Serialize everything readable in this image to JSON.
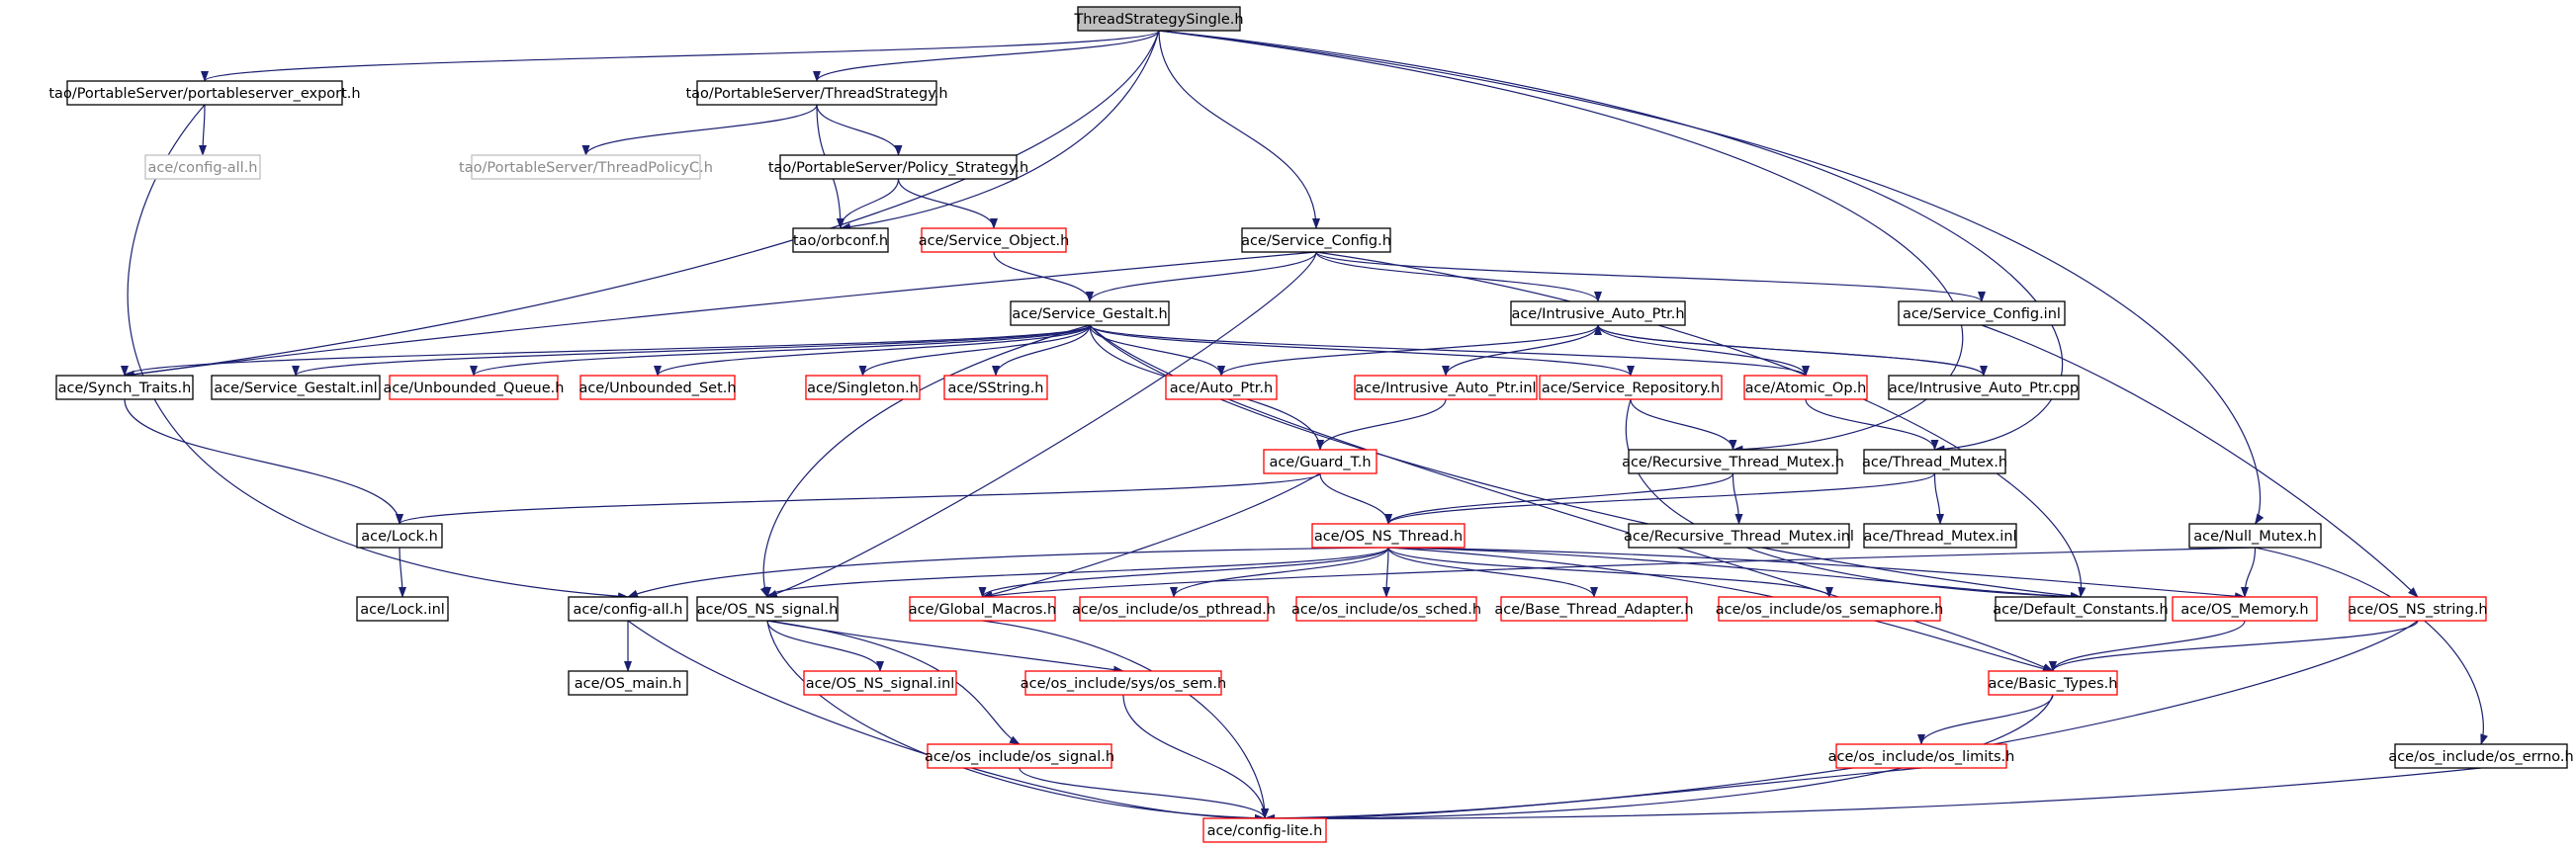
{
  "diagram": {
    "type": "include-dependency-graph",
    "colors": {
      "edge": "#1b1f70",
      "text": "#000000",
      "box_default": "#000000",
      "box_red": "#ff0000",
      "box_gray": "#c0c0c0",
      "root_fill": "#bfbfbf"
    },
    "nodes": [
      {
        "id": "root",
        "label": "ThreadStrategySingle.h",
        "style": "root"
      },
      {
        "id": "pse",
        "label": "tao/PortableServer/portableserver_export.h",
        "style": "black"
      },
      {
        "id": "ts",
        "label": "tao/PortableServer/ThreadStrategy.h",
        "style": "black"
      },
      {
        "id": "cfgall1",
        "label": "ace/config-all.h",
        "style": "gray"
      },
      {
        "id": "tpc",
        "label": "tao/PortableServer/ThreadPolicyC.h",
        "style": "gray"
      },
      {
        "id": "ps",
        "label": "tao/PortableServer/Policy_Strategy.h",
        "style": "black"
      },
      {
        "id": "orbconf",
        "label": "tao/orbconf.h",
        "style": "black"
      },
      {
        "id": "svcobj",
        "label": "ace/Service_Object.h",
        "style": "red"
      },
      {
        "id": "svccfg",
        "label": "ace/Service_Config.h",
        "style": "black"
      },
      {
        "id": "svcgestalt",
        "label": "ace/Service_Gestalt.h",
        "style": "black"
      },
      {
        "id": "iap",
        "label": "ace/Intrusive_Auto_Ptr.h",
        "style": "black"
      },
      {
        "id": "svccfginl",
        "label": "ace/Service_Config.inl",
        "style": "black"
      },
      {
        "id": "synch",
        "label": "ace/Synch_Traits.h",
        "style": "black"
      },
      {
        "id": "sginl",
        "label": "ace/Service_Gestalt.inl",
        "style": "black"
      },
      {
        "id": "ubq",
        "label": "ace/Unbounded_Queue.h",
        "style": "red"
      },
      {
        "id": "ubs",
        "label": "ace/Unbounded_Set.h",
        "style": "red"
      },
      {
        "id": "singleton",
        "label": "ace/Singleton.h",
        "style": "red"
      },
      {
        "id": "sstring",
        "label": "ace/SString.h",
        "style": "red"
      },
      {
        "id": "autoptr",
        "label": "ace/Auto_Ptr.h",
        "style": "red"
      },
      {
        "id": "iapinl",
        "label": "ace/Intrusive_Auto_Ptr.inl",
        "style": "red"
      },
      {
        "id": "svcrepo",
        "label": "ace/Service_Repository.h",
        "style": "red"
      },
      {
        "id": "atomic",
        "label": "ace/Atomic_Op.h",
        "style": "red"
      },
      {
        "id": "iapcpp",
        "label": "ace/Intrusive_Auto_Ptr.cpp",
        "style": "black"
      },
      {
        "id": "rtm",
        "label": "ace/Recursive_Thread_Mutex.h",
        "style": "black"
      },
      {
        "id": "tm",
        "label": "ace/Thread_Mutex.h",
        "style": "black"
      },
      {
        "id": "guard",
        "label": "ace/Guard_T.h",
        "style": "red"
      },
      {
        "id": "lock",
        "label": "ace/Lock.h",
        "style": "black"
      },
      {
        "id": "osthread",
        "label": "ace/OS_NS_Thread.h",
        "style": "red"
      },
      {
        "id": "rtminl",
        "label": "ace/Recursive_Thread_Mutex.inl",
        "style": "black"
      },
      {
        "id": "tminl",
        "label": "ace/Thread_Mutex.inl",
        "style": "black"
      },
      {
        "id": "nullmutex",
        "label": "ace/Null_Mutex.h",
        "style": "black"
      },
      {
        "id": "lockinl",
        "label": "ace/Lock.inl",
        "style": "black"
      },
      {
        "id": "cfgall2",
        "label": "ace/config-all.h",
        "style": "black"
      },
      {
        "id": "ossignal",
        "label": "ace/OS_NS_signal.h",
        "style": "black"
      },
      {
        "id": "globmac",
        "label": "ace/Global_Macros.h",
        "style": "red"
      },
      {
        "id": "pthread",
        "label": "ace/os_include/os_pthread.h",
        "style": "red"
      },
      {
        "id": "sched",
        "label": "ace/os_include/os_sched.h",
        "style": "red"
      },
      {
        "id": "bta",
        "label": "ace/Base_Thread_Adapter.h",
        "style": "red"
      },
      {
        "id": "sema",
        "label": "ace/os_include/os_semaphore.h",
        "style": "red"
      },
      {
        "id": "defconst",
        "label": "ace/Default_Constants.h",
        "style": "black"
      },
      {
        "id": "osmem",
        "label": "ace/OS_Memory.h",
        "style": "red"
      },
      {
        "id": "osstring",
        "label": "ace/OS_NS_string.h",
        "style": "red"
      },
      {
        "id": "osmain",
        "label": "ace/OS_main.h",
        "style": "black"
      },
      {
        "id": "ossiginl",
        "label": "ace/OS_NS_signal.inl",
        "style": "red"
      },
      {
        "id": "syssem",
        "label": "ace/os_include/sys/os_sem.h",
        "style": "red"
      },
      {
        "id": "basictypes",
        "label": "ace/Basic_Types.h",
        "style": "red"
      },
      {
        "id": "ossig",
        "label": "ace/os_include/os_signal.h",
        "style": "red"
      },
      {
        "id": "limits",
        "label": "ace/os_include/os_limits.h",
        "style": "red"
      },
      {
        "id": "errno",
        "label": "ace/os_include/os_errno.h",
        "style": "black"
      },
      {
        "id": "cfglite",
        "label": "ace/config-lite.h",
        "style": "red"
      }
    ],
    "edges": [
      [
        "root",
        "pse"
      ],
      [
        "root",
        "ts"
      ],
      [
        "root",
        "orbconf"
      ],
      [
        "root",
        "svccfg"
      ],
      [
        "root",
        "synch"
      ],
      [
        "root",
        "rtm"
      ],
      [
        "root",
        "tm"
      ],
      [
        "root",
        "nullmutex"
      ],
      [
        "pse",
        "cfgall1"
      ],
      [
        "pse",
        "cfgall2"
      ],
      [
        "ts",
        "tpc"
      ],
      [
        "ts",
        "ps"
      ],
      [
        "ts",
        "orbconf"
      ],
      [
        "ps",
        "orbconf"
      ],
      [
        "ps",
        "svcobj"
      ],
      [
        "svcobj",
        "svcgestalt"
      ],
      [
        "svccfg",
        "svcgestalt"
      ],
      [
        "svccfg",
        "iap"
      ],
      [
        "svccfg",
        "svccfginl"
      ],
      [
        "svccfg",
        "synch"
      ],
      [
        "svccfg",
        "ossignal"
      ],
      [
        "svccfg",
        "defconst"
      ],
      [
        "svcgestalt",
        "synch"
      ],
      [
        "svcgestalt",
        "sginl"
      ],
      [
        "svcgestalt",
        "ubq"
      ],
      [
        "svcgestalt",
        "ubs"
      ],
      [
        "svcgestalt",
        "singleton"
      ],
      [
        "svcgestalt",
        "sstring"
      ],
      [
        "svcgestalt",
        "autoptr"
      ],
      [
        "svcgestalt",
        "svcrepo"
      ],
      [
        "svcgestalt",
        "atomic"
      ],
      [
        "svcgestalt",
        "guard"
      ],
      [
        "svcgestalt",
        "ossignal"
      ],
      [
        "svcgestalt",
        "defconst"
      ],
      [
        "svcgestalt",
        "basictypes"
      ],
      [
        "iap",
        "autoptr"
      ],
      [
        "iap",
        "iapinl"
      ],
      [
        "iap",
        "atomic"
      ],
      [
        "iap",
        "iapcpp"
      ],
      [
        "iapcpp",
        "iap"
      ],
      [
        "svccfginl",
        "osstring"
      ],
      [
        "synch",
        "lock"
      ],
      [
        "iapinl",
        "guard"
      ],
      [
        "svcrepo",
        "rtm"
      ],
      [
        "svcrepo",
        "defconst"
      ],
      [
        "atomic",
        "tm"
      ],
      [
        "rtm",
        "osthread"
      ],
      [
        "rtm",
        "rtminl"
      ],
      [
        "tm",
        "osthread"
      ],
      [
        "tm",
        "tminl"
      ],
      [
        "guard",
        "lock"
      ],
      [
        "guard",
        "osthread"
      ],
      [
        "guard",
        "globmac"
      ],
      [
        "lock",
        "lockinl"
      ],
      [
        "osthread",
        "cfgall2"
      ],
      [
        "osthread",
        "ossignal"
      ],
      [
        "osthread",
        "globmac"
      ],
      [
        "osthread",
        "pthread"
      ],
      [
        "osthread",
        "sched"
      ],
      [
        "osthread",
        "bta"
      ],
      [
        "osthread",
        "sema"
      ],
      [
        "osthread",
        "defconst"
      ],
      [
        "osthread",
        "osmem"
      ],
      [
        "osthread",
        "basictypes"
      ],
      [
        "nullmutex",
        "osmem"
      ],
      [
        "nullmutex",
        "globmac"
      ],
      [
        "nullmutex",
        "errno"
      ],
      [
        "cfgall2",
        "osmain"
      ],
      [
        "cfgall2",
        "cfglite"
      ],
      [
        "ossignal",
        "ossiginl"
      ],
      [
        "ossignal",
        "syssem"
      ],
      [
        "ossignal",
        "ossig"
      ],
      [
        "ossignal",
        "cfglite"
      ],
      [
        "syssem",
        "cfglite"
      ],
      [
        "ossig",
        "cfglite"
      ],
      [
        "osmem",
        "basictypes"
      ],
      [
        "osstring",
        "basictypes"
      ],
      [
        "osstring",
        "cfglite"
      ],
      [
        "basictypes",
        "limits"
      ],
      [
        "basictypes",
        "cfglite"
      ],
      [
        "limits",
        "cfglite"
      ],
      [
        "errno",
        "cfglite"
      ],
      [
        "globmac",
        "cfglite"
      ]
    ]
  }
}
